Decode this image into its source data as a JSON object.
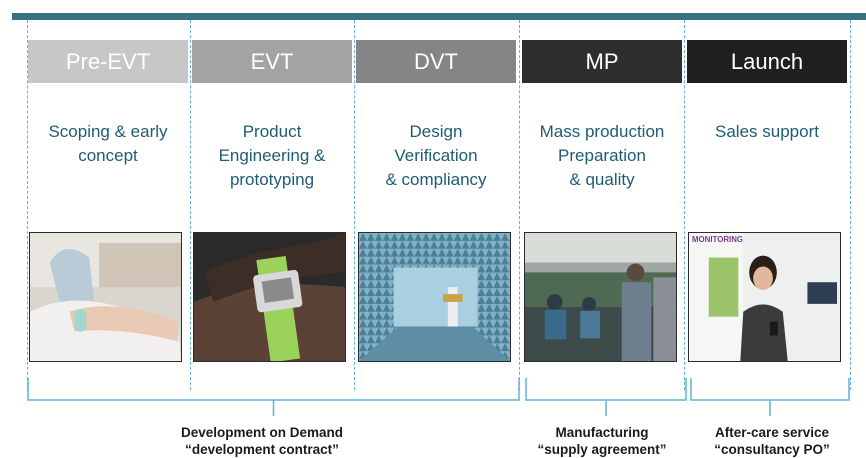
{
  "stages": [
    {
      "name": "Pre-EVT",
      "color": "#c7c7c7",
      "desc": [
        "Scoping & early",
        "concept"
      ],
      "photo_icon": "wristband-photo"
    },
    {
      "name": "EVT",
      "color": "#a3a3a3",
      "desc": [
        "Product",
        "Engineering &",
        "prototyping"
      ],
      "photo_icon": "wrist-prototype-photo"
    },
    {
      "name": "DVT",
      "color": "#858585",
      "desc": [
        "Design",
        "Verification",
        "& compliancy"
      ],
      "photo_icon": "anechoic-chamber-photo"
    },
    {
      "name": "MP",
      "color": "#2e2e2e",
      "desc": [
        "Mass production",
        "Preparation",
        "& quality"
      ],
      "photo_icon": "factory-floor-photo"
    },
    {
      "name": "Launch",
      "color": "#1f1f1f",
      "desc": [
        "Sales support"
      ],
      "photo_icon": "trade-show-photo",
      "sign_text": "MONITORING"
    }
  ],
  "groups": [
    {
      "lines": [
        "Development on Demand",
        "“development contract”"
      ]
    },
    {
      "lines": [
        "Manufacturing",
        "“supply agreement”"
      ]
    },
    {
      "lines": [
        "After-care service",
        "“consultancy PO”"
      ]
    }
  ],
  "colors": {
    "accent_bar": "#3a6f86",
    "desc_text": "#1f5c74",
    "guides": "#5fb3d3"
  }
}
